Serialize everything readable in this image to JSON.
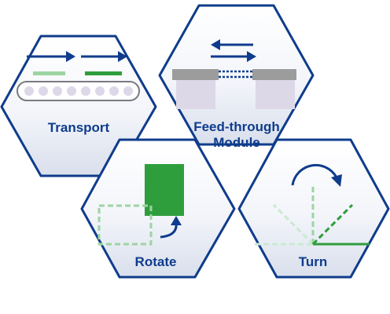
{
  "tiles": [
    {
      "id": "transport",
      "label": "Transport"
    },
    {
      "id": "feed",
      "label_lines": [
        "Feed-through",
        "Module"
      ]
    },
    {
      "id": "rotate",
      "label": "Rotate"
    },
    {
      "id": "turn",
      "label": "Turn"
    }
  ],
  "colors": {
    "hex_border": "#0f3c8c",
    "hex_fill_top": "#ffffff",
    "hex_fill_bottom": "#dde3ef",
    "arrow_blue": "#0f3c8c",
    "green": "#2e9e3c",
    "green_light": "#9dd4a2",
    "gray_block": "#9c9c9c",
    "lavender": "#dcd8e8"
  },
  "icons": [
    "arrow-right-icon",
    "arrow-left-icon",
    "conveyor-icon",
    "curved-arrow-icon",
    "rotation-arrow-icon"
  ]
}
